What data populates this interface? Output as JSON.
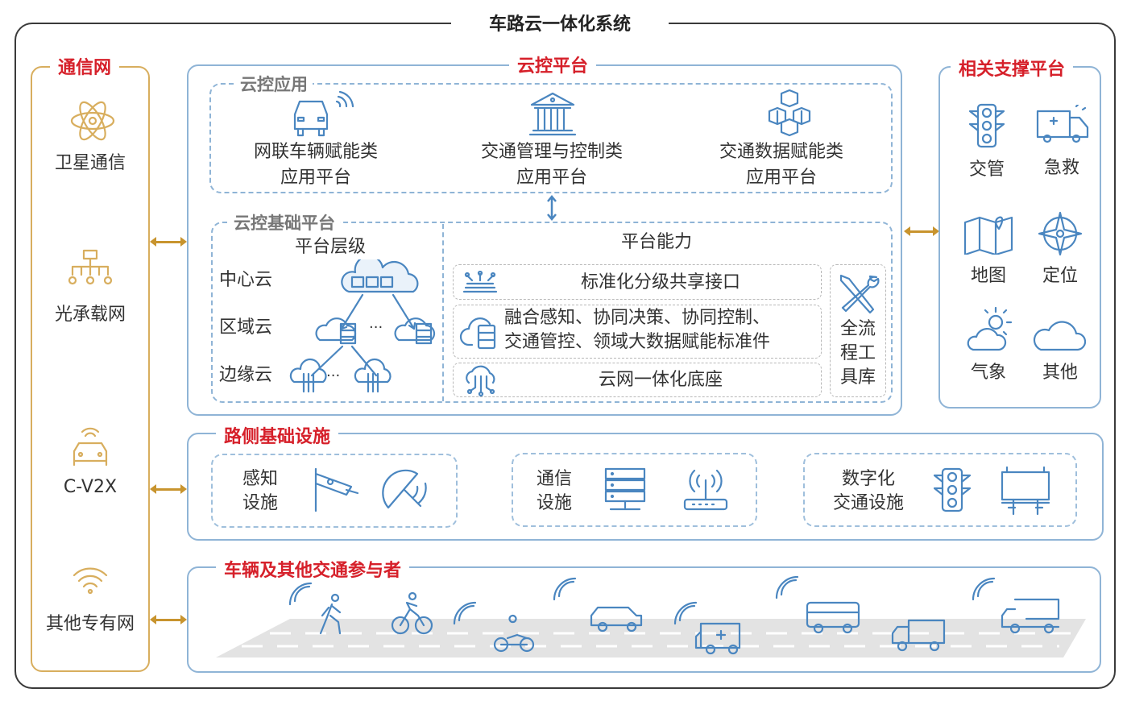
{
  "title": "车路云一体化系统",
  "comm": {
    "title": "通信网",
    "items": [
      {
        "label": "卫星通信",
        "icon": "satellite-icon"
      },
      {
        "label": "光承载网",
        "icon": "network-icon"
      },
      {
        "label": "C-V2X",
        "icon": "connected-car-icon"
      },
      {
        "label": "其他专有网",
        "icon": "wifi-icon"
      }
    ]
  },
  "cloud": {
    "title": "云控平台",
    "apps": {
      "title": "云控应用",
      "items": [
        {
          "l1": "网联车辆赋能类",
          "l2": "应用平台"
        },
        {
          "l1": "交通管理与控制类",
          "l2": "应用平台"
        },
        {
          "l1": "交通数据赋能类",
          "l2": "应用平台"
        }
      ]
    },
    "base": {
      "title": "云控基础平台",
      "levels_title": "平台层级",
      "levels": [
        "中心云",
        "区域云",
        "边缘云"
      ],
      "dots": "···",
      "cap_title": "平台能力",
      "caps": [
        "标准化分级共享接口",
        "融合感知、协同决策、协同控制、",
        "交通管控、领域大数据赋能标准件",
        "云网一体化底座"
      ],
      "tools": [
        "全流",
        "程工",
        "具库"
      ]
    }
  },
  "support": {
    "title": "相关支撑平台",
    "items": [
      "交管",
      "急救",
      "地图",
      "定位",
      "气象",
      "其他"
    ]
  },
  "roadside": {
    "title": "路侧基础设施",
    "groups": [
      {
        "l1": "感知",
        "l2": "设施"
      },
      {
        "l1": "通信",
        "l2": "设施"
      },
      {
        "l1": "数字化",
        "l2": "交通设施"
      }
    ]
  },
  "vehicles": {
    "title": "车辆及其他交通参与者"
  },
  "colors": {
    "accent_red": "#d6202a",
    "blue": "#4a86c0",
    "gold": "#d8ae5e"
  }
}
